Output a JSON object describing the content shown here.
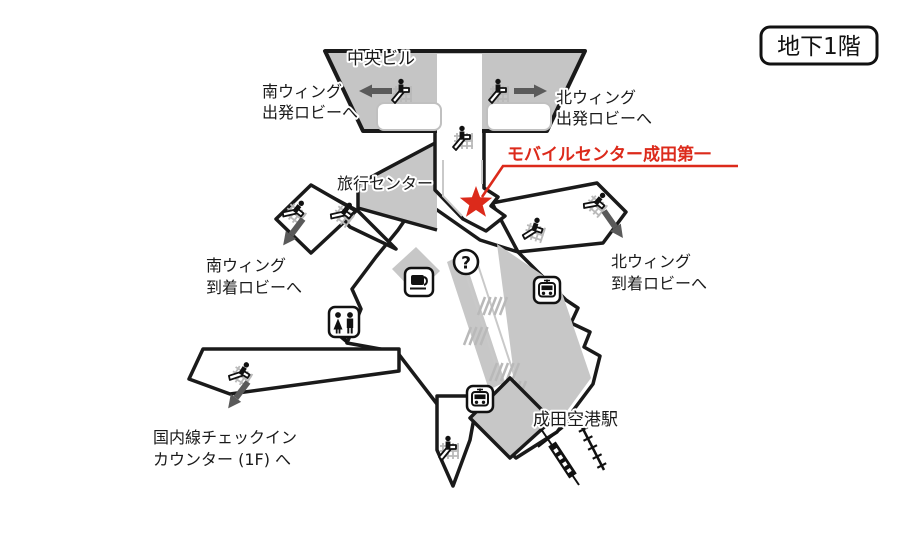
{
  "title_badge": {
    "label": "地下1階"
  },
  "colors": {
    "accent_red": "#dc2a1b",
    "map_gray": "#c7c7c7",
    "outline_black": "#1a1a1a",
    "arrow_gray": "#5a5a5a"
  },
  "icons": {
    "information_glyph": "?"
  },
  "map": {
    "central_building": "中央ビル",
    "travel_center": "旅行センター",
    "station": "成田空港駅",
    "highlight": {
      "label": "モバイルセンター成田第一"
    },
    "directions": {
      "south_departure": {
        "line1": "南ウィング",
        "line2": "出発ロビーへ"
      },
      "north_departure": {
        "line1": "北ウィング",
        "line2": "出発ロビーへ"
      },
      "south_arrival": {
        "line1": "南ウィング",
        "line2": "到着ロビーへ"
      },
      "north_arrival": {
        "line1": "北ウィング",
        "line2": "到着ロビーへ"
      },
      "domestic_checkin": {
        "line1": "国内線チェックイン",
        "line2": "カウンター (1F) へ"
      }
    }
  }
}
